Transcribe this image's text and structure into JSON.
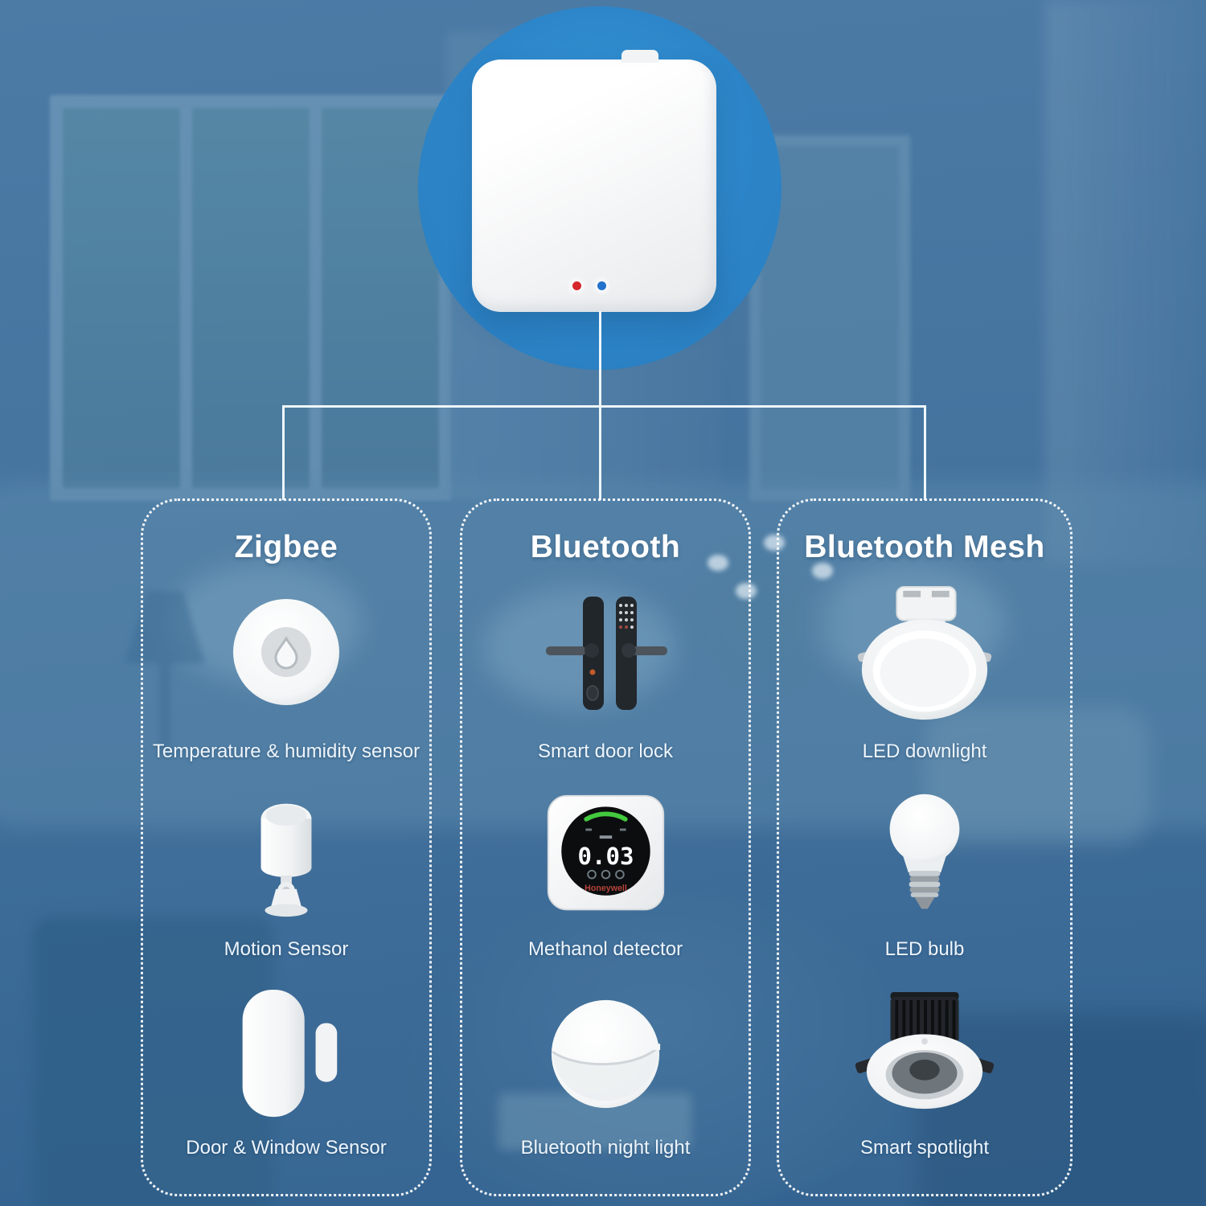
{
  "hub": {
    "description": "smart gateway hub",
    "status_leds": [
      {
        "name": "red-led",
        "color": "#d6262c"
      },
      {
        "name": "blue-led",
        "color": "#2273cc"
      }
    ]
  },
  "columns": [
    {
      "title": "Zigbee",
      "devices": [
        {
          "label": "Temperature & humidity sensor"
        },
        {
          "label": "Motion Sensor"
        },
        {
          "label": "Door & Window Sensor"
        }
      ]
    },
    {
      "title": "Bluetooth",
      "devices": [
        {
          "label": "Smart door lock"
        },
        {
          "label": "Methanol detector",
          "display_reading": "0.03",
          "display_brand": "Honeywell"
        },
        {
          "label": "Bluetooth night light"
        }
      ]
    },
    {
      "title": "Bluetooth Mesh",
      "devices": [
        {
          "label": "LED downlight"
        },
        {
          "label": "LED bulb"
        },
        {
          "label": "Smart spotlight"
        }
      ]
    }
  ],
  "colors": {
    "background_blue": "#45749f",
    "accent_circle_blue": "#2c84c7",
    "connector_line": "#eef7fb",
    "column_border": "#ffffff",
    "label_text": "#edf5fc",
    "title_text": "#ffffff",
    "detector_green_arc": "#43c93e"
  }
}
